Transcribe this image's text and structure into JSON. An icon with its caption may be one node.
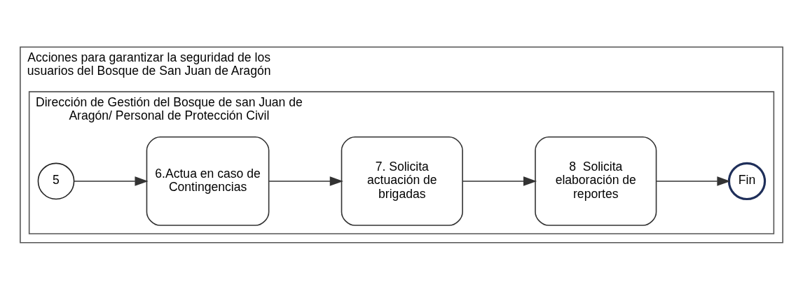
{
  "diagram": {
    "nodes": [
      {
        "text": [
          "Acciones para garantizar la seguridad de los usuarios del Bosque de San Juan de Aragón"
        ]
      },
      {
        "text": [
          "Dirección de Gestión del Bosque de san Juan de Aragón/ Personal de Protección Civil"
        ],
        "in": 0
      },
      {
        "text": [
          "5"
        ],
        "in": 1
      },
      {
        "text": [
          "6.Actua en caso de Contingencias"
        ],
        "in": 1
      },
      {
        "text": [
          "7. Solicita actuación de brigadas"
        ],
        "in": 1
      },
      {
        "text": [
          "8  Solicita elaboración de reportes"
        ],
        "in": 1
      },
      {
        "text": [
          "Fin"
        ],
        "in": 1
      }
    ],
    "edges": [
      {
        "from": 2,
        "to": 3,
        "arrow": "to"
      },
      {
        "from": 3,
        "to": 4,
        "arrow": "to"
      },
      {
        "from": 4,
        "to": 5,
        "arrow": "to"
      },
      {
        "from": 5,
        "to": 6,
        "arrow": "to"
      }
    ]
  }
}
